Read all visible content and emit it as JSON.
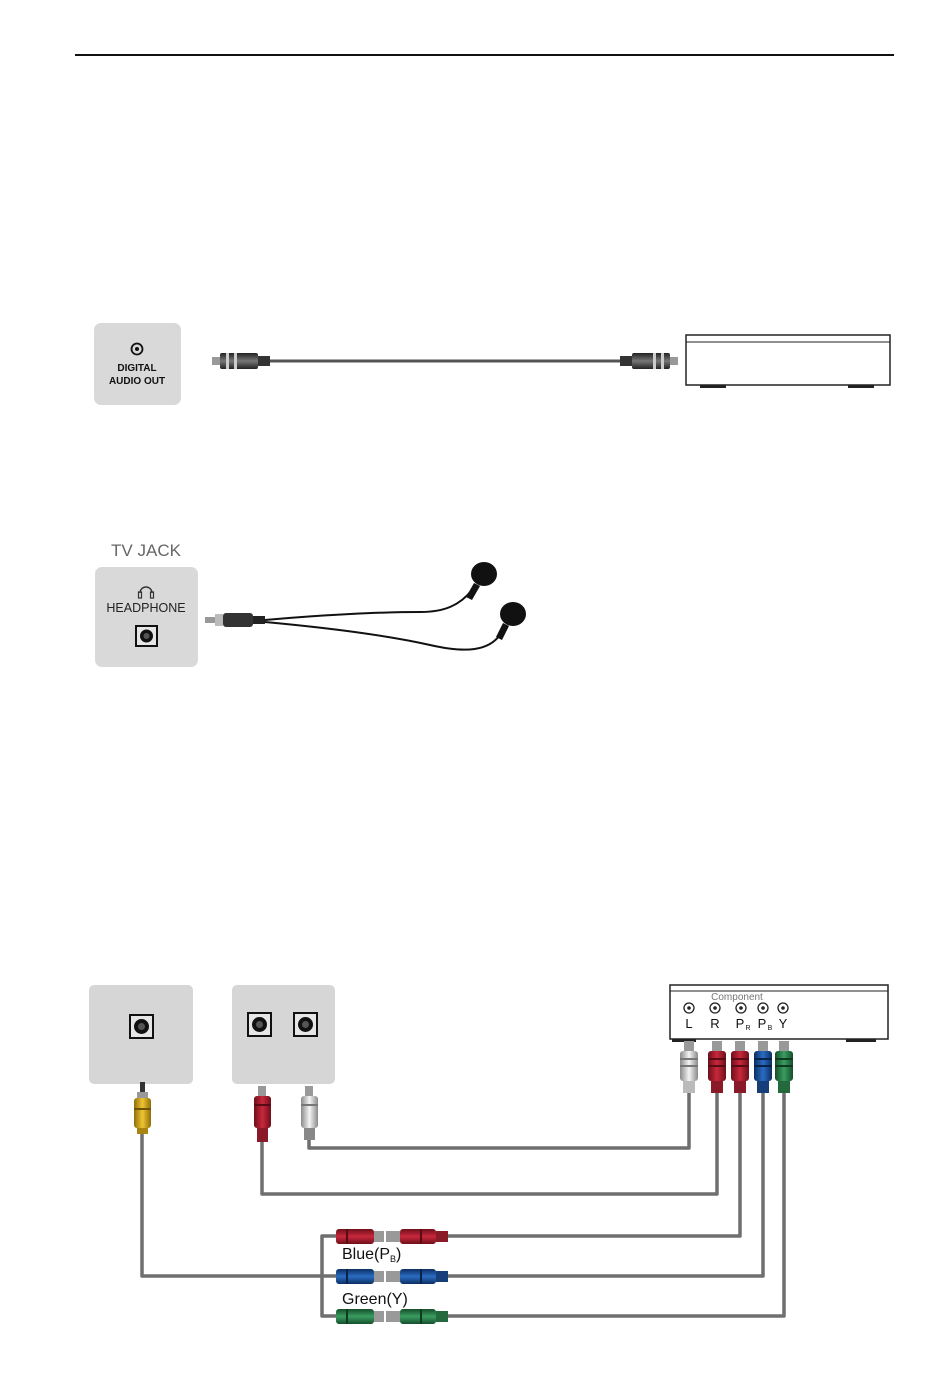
{
  "digital_panel": {
    "label_line1": "DIGITAL",
    "label_line2": "AUDIO OUT",
    "icon": "optical-port-icon"
  },
  "headphone_panel": {
    "title": "TV JACK",
    "label": "HEADPHONE",
    "icon": "headphone-icon"
  },
  "component_device": {
    "title": "Component",
    "ports": [
      "L",
      "R",
      "P",
      "P",
      "Y"
    ],
    "port_subscripts": [
      "",
      "",
      "R",
      "B",
      ""
    ]
  },
  "adapter_labels": {
    "blue": "Blue(P",
    "blue_sub": "B",
    "blue_close": ")",
    "green": "Green(Y)"
  },
  "colors": {
    "cable_gray": "#7a7a7a",
    "panel_gray": "#dcdcdc",
    "red": "#b22030",
    "white": "#e6e6e6",
    "blue": "#1b5aa8",
    "green": "#2f8a52",
    "yellow": "#e0b321"
  }
}
